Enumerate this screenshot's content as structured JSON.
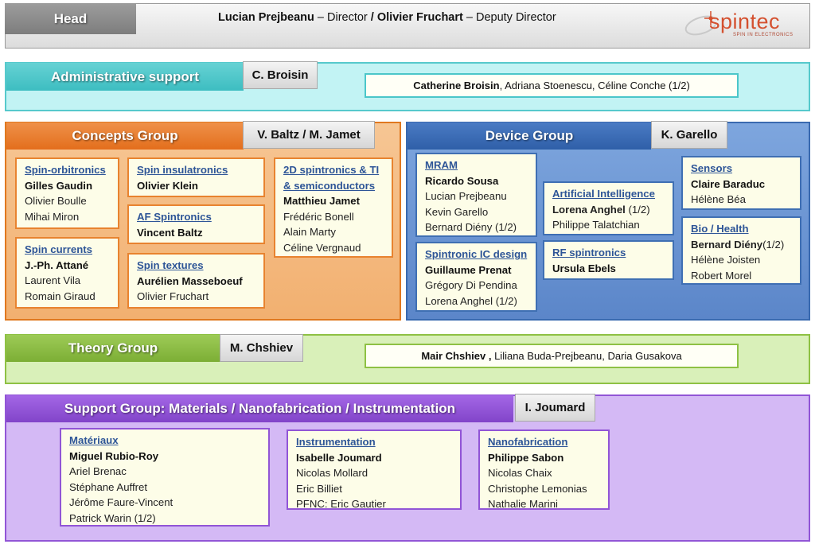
{
  "head": {
    "label": "Head",
    "director_name": "Lucian Prejbeanu",
    "director_role": "– Director",
    "separator": "/",
    "deputy_name": "Olivier Fruchart",
    "deputy_role": "– Deputy Director",
    "logo_text": "spintec",
    "logo_tagline": "SPIN IN ELECTRONICS"
  },
  "admin": {
    "title": "Administrative support",
    "leader": "C. Broisin",
    "members_lead": "Catherine Broisin",
    "members_rest": ", Adriana Stoenescu, Céline Conche (1/2)"
  },
  "concepts": {
    "title": "Concepts Group",
    "leader": "V. Baltz / M. Jamet",
    "teams": [
      {
        "title": "Spin-orbitronics",
        "lead": "Gilles Gaudin",
        "members": [
          "Olivier Boulle",
          "Mihai Miron"
        ]
      },
      {
        "title": "Spin currents",
        "lead": "J.-Ph. Attané",
        "members": [
          "Laurent Vila",
          "Romain Giraud"
        ]
      },
      {
        "title": "Spin insulatronics",
        "lead": "Olivier Klein",
        "members": []
      },
      {
        "title": "AF Spintronics",
        "lead": "Vincent Baltz",
        "members": []
      },
      {
        "title": "Spin textures",
        "lead": "Aurélien Masseboeuf",
        "members": [
          "Olivier Fruchart"
        ]
      },
      {
        "title_lines": [
          "2D spintronics & TI",
          "& semiconductors"
        ],
        "lead": "Matthieu Jamet",
        "members": [
          "Frédéric Bonell",
          "Alain Marty",
          "Céline Vergnaud"
        ]
      }
    ]
  },
  "device": {
    "title": "Device Group",
    "leader": "K. Garello",
    "teams": [
      {
        "title": "MRAM",
        "lead": "Ricardo Sousa",
        "members": [
          "Lucian Prejbeanu",
          "Kevin Garello",
          "Bernard Diény (1/2)"
        ]
      },
      {
        "title": "Spintronic IC design",
        "lead": "Guillaume Prenat",
        "members": [
          "Grégory Di Pendina",
          "Lorena Anghel (1/2)"
        ]
      },
      {
        "title": "Artificial Intelligence",
        "lead": "Lorena Anghel",
        "lead_suffix": " (1/2)",
        "members": [
          "Philippe Talatchian"
        ]
      },
      {
        "title": "RF spintronics",
        "lead": "Ursula Ebels",
        "members": []
      },
      {
        "title": "Sensors",
        "lead": "Claire Baraduc",
        "members": [
          "Hélène Béa"
        ]
      },
      {
        "title": "Bio / Health",
        "lead": "Bernard Diény",
        "lead_suffix": "(1/2)",
        "members": [
          "Hélène Joisten",
          "Robert Morel"
        ]
      }
    ]
  },
  "theory": {
    "title": "Theory Group",
    "leader": "M. Chshiev",
    "members_lead": "Mair Chshiev ,",
    "members_rest": " Liliana Buda-Prejbeanu, Daria Gusakova"
  },
  "support": {
    "title": "Support Group: Materials / Nanofabrication / Instrumentation",
    "leader": "I. Joumard",
    "teams": [
      {
        "title": "Matériaux",
        "lead": "Miguel Rubio-Roy",
        "members": [
          "Ariel Brenac",
          "Stéphane Auffret",
          "Jérôme Faure-Vincent",
          "Patrick Warin (1/2)"
        ]
      },
      {
        "title": "Instrumentation",
        "lead": "Isabelle Joumard",
        "members": [
          "Nicolas Mollard",
          "Eric Billiet",
          "PFNC: Eric Gautier"
        ]
      },
      {
        "title": "Nanofabrication",
        "lead": "Philippe Sabon",
        "members": [
          "Nicolas Chaix",
          "Christophe Lemonias",
          "Nathalie Marini"
        ]
      }
    ]
  },
  "colors": {
    "admin": "#4bc6c9",
    "concepts": "#e8832f",
    "device": "#3f6fb3",
    "theory": "#8ec144",
    "support": "#9155d6",
    "team_title": "#2e5597"
  }
}
